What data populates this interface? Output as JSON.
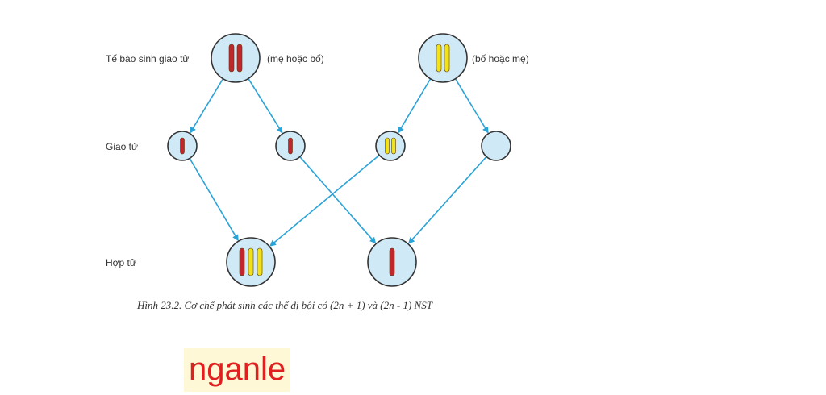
{
  "labels": {
    "row_parent": "Tế bào sinh giao tử",
    "row_gamete": "Giao tử",
    "row_zygote": "Hợp tử",
    "parent_left_note": "(mẹ hoặc bố)",
    "parent_right_note": "(bố hoặc mẹ)"
  },
  "caption": "Hình 23.2. Cơ chế phát sinh các thể dị bội có (2n + 1) và (2n - 1) NST",
  "watermark": "nganle",
  "colors": {
    "cell_fill": "#cfe9f7",
    "cell_stroke": "#333333",
    "arrow": "#2aa3d8",
    "chromosome_red": "#c0262c",
    "chromosome_yellow": "#f2e21b"
  },
  "cells": [
    {
      "id": "parent-left",
      "chromosomes": [
        "red",
        "red"
      ]
    },
    {
      "id": "parent-right",
      "chromosomes": [
        "yellow",
        "yellow"
      ]
    },
    {
      "id": "gamete-1",
      "chromosomes": [
        "red"
      ]
    },
    {
      "id": "gamete-2",
      "chromosomes": [
        "red"
      ]
    },
    {
      "id": "gamete-3",
      "chromosomes": [
        "yellow",
        "yellow"
      ]
    },
    {
      "id": "gamete-4",
      "chromosomes": []
    },
    {
      "id": "zygote-left",
      "chromosomes": [
        "red",
        "yellow",
        "yellow"
      ]
    },
    {
      "id": "zygote-right",
      "chromosomes": [
        "red"
      ]
    }
  ]
}
